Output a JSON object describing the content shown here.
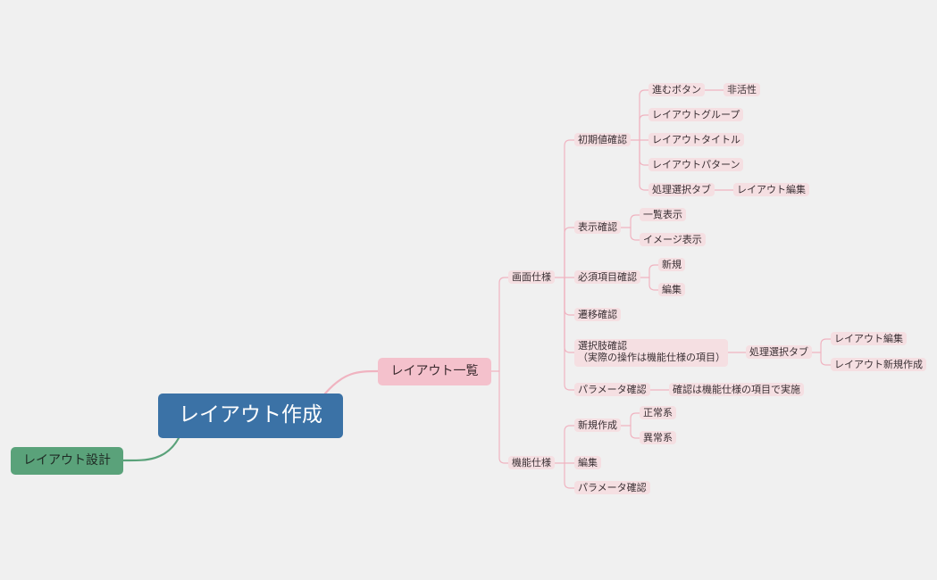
{
  "colors": {
    "background": "#f0f0f0",
    "root": "#3b72a6",
    "green_branch": "#5aa27a",
    "pink_branch": "#f4c1cc",
    "pink_topic": "#f5dfe2",
    "pink_line": "#f0b3c0",
    "green_line": "#5aa27a"
  },
  "mindmap": {
    "root": "レイアウト作成",
    "left_branch": "レイアウト設計",
    "main_branch": "レイアウト一覧",
    "screen_spec": {
      "label": "画面仕様",
      "initial_check": {
        "label": "初期値確認",
        "next_button": "進むボタン",
        "inactive": "非活性",
        "layout_group": "レイアウトグループ",
        "layout_title": "レイアウトタイトル",
        "layout_pattern": "レイアウトパターン",
        "process_tab": "処理選択タブ",
        "layout_edit": "レイアウト編集"
      },
      "display_check": {
        "label": "表示確認",
        "list_view": "一覧表示",
        "image_view": "イメージ表示"
      },
      "required_check": {
        "label": "必須項目確認",
        "new": "新規",
        "edit": "編集"
      },
      "transition_check": "遷移確認",
      "option_check": {
        "line1": "選択肢確認",
        "line2": "（実際の操作は機能仕様の項目）",
        "process_tab": "処理選択タブ",
        "layout_edit": "レイアウト編集",
        "layout_new": "レイアウト新規作成"
      },
      "param_check": {
        "label": "パラメータ確認",
        "note": "確認は機能仕様の項目で実施"
      }
    },
    "function_spec": {
      "label": "機能仕様",
      "new_create": {
        "label": "新規作成",
        "normal": "正常系",
        "abnormal": "異常系"
      },
      "edit": "編集",
      "param_check": "パラメータ確認"
    }
  }
}
